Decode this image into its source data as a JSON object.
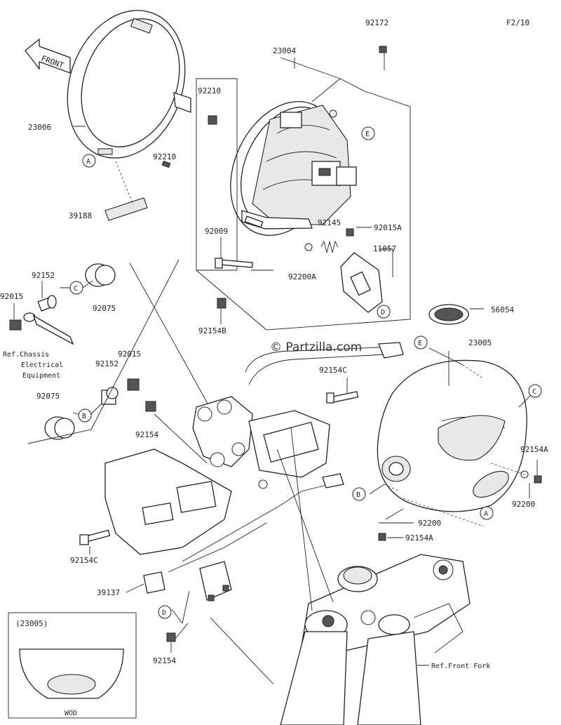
{
  "diagram_code": "F2/10",
  "front_arrow_label": "FRONT",
  "watermark": "© Partzilla.com",
  "parts": {
    "p92172": "92172",
    "p23004": "23004",
    "p92210a": "92210",
    "p23006": "23006",
    "p92210b": "92210",
    "p39188": "39188",
    "p92009": "92009",
    "p92145": "92145",
    "p92015A": "92015A",
    "p11057": "11057",
    "p92200A": "92200A",
    "p92152a": "92152",
    "p92015a": "92015",
    "p92075a": "92075",
    "p92154B": "92154B",
    "p56054": "56054",
    "p23005": "23005",
    "p92152b": "92152",
    "p92015b": "92015",
    "p92154Ca": "92154C",
    "p92075b": "92075",
    "p92154a": "92154",
    "p92154A1": "92154A",
    "p92200a": "92200",
    "p92200b": "92200",
    "p92154A2": "92154A",
    "p92154Cb": "92154C",
    "p39137": "39137",
    "p92154b": "92154"
  },
  "ref_chassis": [
    "Ref.Chassis",
    "Electrical",
    "Equipment"
  ],
  "ref_front_fork": "Ref.Front Fork",
  "inset": {
    "title": "(23005)",
    "caption": "WOD"
  },
  "callouts": {
    "A1": "A",
    "E1": "E",
    "D1": "D",
    "C1": "C",
    "B1": "B",
    "E2": "E",
    "C2": "C",
    "B2": "B",
    "A2": "A",
    "D2": "D"
  }
}
